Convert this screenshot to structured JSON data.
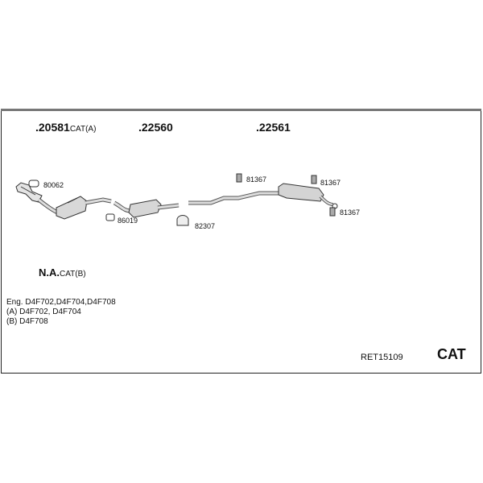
{
  "parts": [
    {
      "number": ".20581",
      "suffix": "CAT(A)"
    },
    {
      "number": ".22560",
      "suffix": ""
    },
    {
      "number": ".22561",
      "suffix": ""
    }
  ],
  "accessories": [
    "80062",
    "86019",
    "82307",
    "81367",
    "81367",
    "81367"
  ],
  "na": {
    "number": "N.A.",
    "suffix": "CAT(B)"
  },
  "engines": [
    "Eng. D4F702,D4F704,D4F708",
    "(A) D4F702, D4F704",
    "(B) D4F708"
  ],
  "reference": "RET15109",
  "category": "CAT"
}
